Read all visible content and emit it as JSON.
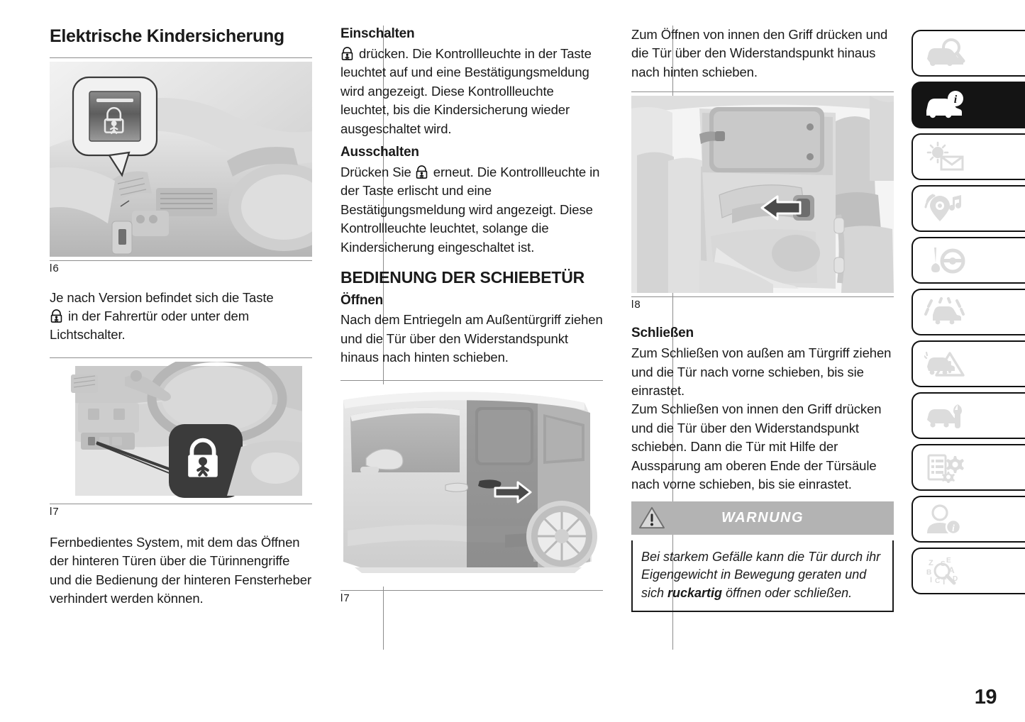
{
  "page": {
    "number": "19"
  },
  "column1": {
    "chapter_title": "Elektrische Kindersicherung",
    "figure16": {
      "number": "l6",
      "caption_alt": "Kindersicherungstaste im Armaturenbrett"
    },
    "para1_a": "Je nach Version befindet sich die Taste",
    "para1_b": " in der Fahrertür oder unter dem Lichtschalter.",
    "figure17": {
      "number": "l7",
      "caption_alt": "Kindersicherungsschalter neben dem Lichtschalter"
    },
    "para2": "Fernbedientes System, mit dem das Öffnen der hinteren Türen über die Türinnengriffe und die Bedienung der hinteren Fensterheber verhindert werden können."
  },
  "column2": {
    "heading_einschalten": "Einschalten",
    "einschalten_a": " drücken. Die Kontrollleuchte in der Taste leuchtet auf und eine Bestätigungsmeldung wird angezeigt. Diese Kontrollleuchte leuchtet, bis die Kindersicherung wieder ausgeschaltet wird.",
    "heading_ausschalten": "Ausschalten",
    "ausschalten_a": "Drücken Sie ",
    "ausschalten_b": " erneut. Die Kontrollleuchte in der Taste erlischt und eine Bestätigungsmeldung wird angezeigt. Diese Kontrollleuchte leuchtet, solange die Kindersicherung eingeschaltet ist.",
    "heading_bedienung": "BEDIENUNG DER SCHIEBETÜR",
    "heading_oeffnen": "Öffnen",
    "oeffnen_text": "Nach dem Entriegeln am Außentürgriff ziehen und die Tür über den Widerstandspunkt hinaus nach hinten schieben.",
    "figure17b": {
      "number": "l7",
      "caption_alt": "Seitenansicht des Fahrzeugs mit Schiebetür und Pfeil nach hinten"
    }
  },
  "column3": {
    "para_top": "Zum Öffnen von innen den Griff drücken und die Tür über den Widerstandspunkt hinaus nach hinten schieben.",
    "figure18": {
      "number": "l8",
      "caption_alt": "Innenansicht der Schiebetür mit Griff und Pfeil"
    },
    "heading_schliessen": "Schließen",
    "schliessen_1": "Zum Schließen von außen am Türgriff ziehen und die Tür nach vorne schieben, bis sie einrastet.",
    "schliessen_2": "Zum Schließen von innen den Griff drücken und die Tür über den Widerstandspunkt schieben. Dann die Tür mit Hilfe der Aussparung am oberen Ende der Türsäule nach vorne schieben, bis sie einrastet.",
    "warning": {
      "label": "WARNUNG",
      "text_1": "Bei starkem Gefälle kann die Tür durch ihr Eigengewicht in Bewegung geraten und sich ",
      "text_bold": "ruckartig",
      "text_2": " öffnen oder schließen."
    }
  },
  "rail": {
    "tabs": [
      {
        "icon": "car-search-icon",
        "label": "Kurz und bündig",
        "active": false
      },
      {
        "icon": "car-info-icon",
        "label": "Schlüssel, Türen und Fenster",
        "active": true
      },
      {
        "icon": "sun-seat-icon",
        "label": "Sitze und Rückhaltesysteme",
        "active": false
      },
      {
        "icon": "navigation-media-icon",
        "label": "Ablagen und Infotainment",
        "active": false
      },
      {
        "icon": "wiper-steering-icon",
        "label": "Instrumente und Bedienelemente",
        "active": false
      },
      {
        "icon": "lane-assist-icon",
        "label": "Fahren und Bedienung",
        "active": false
      },
      {
        "icon": "warning-triangle-car-icon",
        "label": "Fahrzeugwartung",
        "active": false
      },
      {
        "icon": "car-wrench-icon",
        "label": "Service und Wartung",
        "active": false
      },
      {
        "icon": "list-gears-icon",
        "label": "Technische Daten",
        "active": false
      },
      {
        "icon": "person-info-icon",
        "label": "Kundeninformation",
        "active": false
      },
      {
        "icon": "alphabet-search-icon",
        "label": "Stichwortverzeichnis",
        "active": false
      }
    ]
  },
  "colors": {
    "rule": "#8d8d8d",
    "warning_header_bg": "#b3b3b3",
    "active_tab_bg": "#141414",
    "icon_gray": "#d9d9d9"
  }
}
